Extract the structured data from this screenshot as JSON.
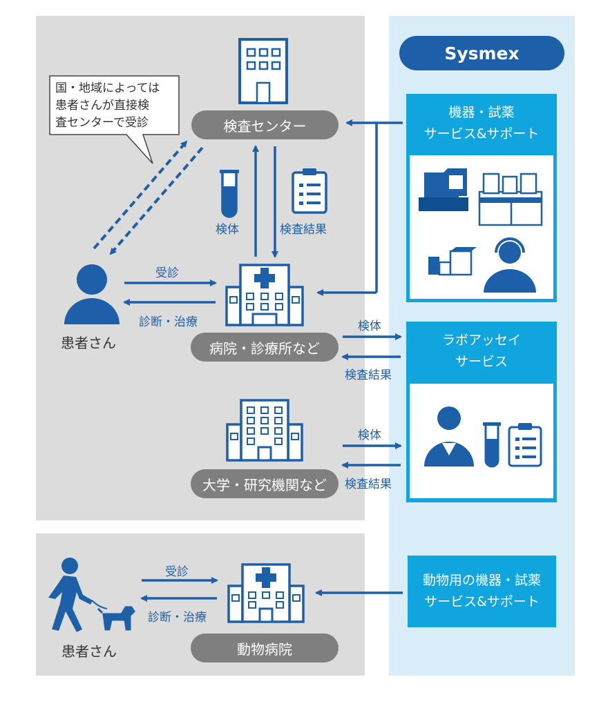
{
  "brand": {
    "name": "Sysmex"
  },
  "callout": {
    "lines": [
      "国・地域によっては",
      "患者さんが直接検",
      "査センターで受診"
    ]
  },
  "nodes": {
    "lab_center": "検査センター",
    "hospital": "病院・診療所など",
    "university": "大学・研究機関など",
    "animal_hospital": "動物病院",
    "patient": "患者さん",
    "animal_patient": "患者さん"
  },
  "flows": {
    "specimen_up": "検体",
    "results_down": "検査結果",
    "visit": "受診",
    "diagnosis": "診断・治療",
    "hospital_to_lab": "検体",
    "lab_to_hospital": "検査結果",
    "univ_to_lab": "検体",
    "lab_to_univ": "検査結果",
    "animal_visit": "受診",
    "animal_diagnosis": "診断・治療"
  },
  "sysmex_boxes": {
    "instruments": [
      "機器・試薬",
      "サービス&サポート"
    ],
    "lab_assay": [
      "ラボアッセイ",
      "サービス"
    ],
    "animal": [
      "動物用の機器・試薬",
      "サービス&サポート"
    ]
  },
  "colors": {
    "primary": "#1d5fa8",
    "accent": "#11a5e0",
    "gray_panel": "#dcdcdc",
    "blue_panel": "#d9edf9",
    "pill": "#7f7f7f"
  }
}
